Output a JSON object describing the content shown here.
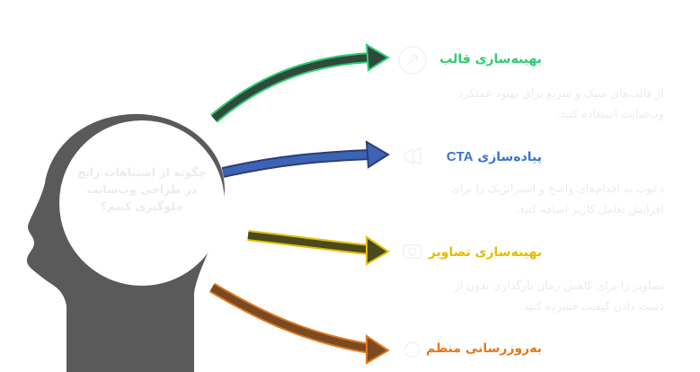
{
  "center": {
    "question": "چگونه از اشتباهات رایج در طراحی وب‌سایت جلوگیری کنیم؟"
  },
  "items": [
    {
      "title": "بهینه‌سازی قالب",
      "description": "از قالب‌های سبک و سریع برای بهبود عملکرد وب‌سایت استفاده کنید.",
      "color": "#2ecc71",
      "arrow_color": "#2f4a3c",
      "icon": "rocket-icon"
    },
    {
      "title_latin": "CTA",
      "title": "پیاده‌سازی",
      "description": "دعوت به اقدام‌های واضح و استراتژیک را برای افزایش تعامل کاربر اضافه کنید.",
      "color": "#3b73d1",
      "arrow_color": "#3d63b5",
      "icon": "megaphone-icon"
    },
    {
      "title": "بهینه‌سازی تصاویر",
      "description": "تصاویر را برای کاهش زمان بارگذاری بدون از دست دادن کیفیت فشرده کنید.",
      "color": "#e3bd00",
      "arrow_color": "#4a4a1e",
      "icon": "camera-icon"
    },
    {
      "title": "به‌روزرسانی منظم",
      "description": "",
      "color": "#e07a1f",
      "arrow_color": "#7a4a22",
      "icon": "refresh-icon"
    }
  ],
  "colors": {
    "head": "#5a5a5a",
    "head_inner": "#ffffff"
  }
}
